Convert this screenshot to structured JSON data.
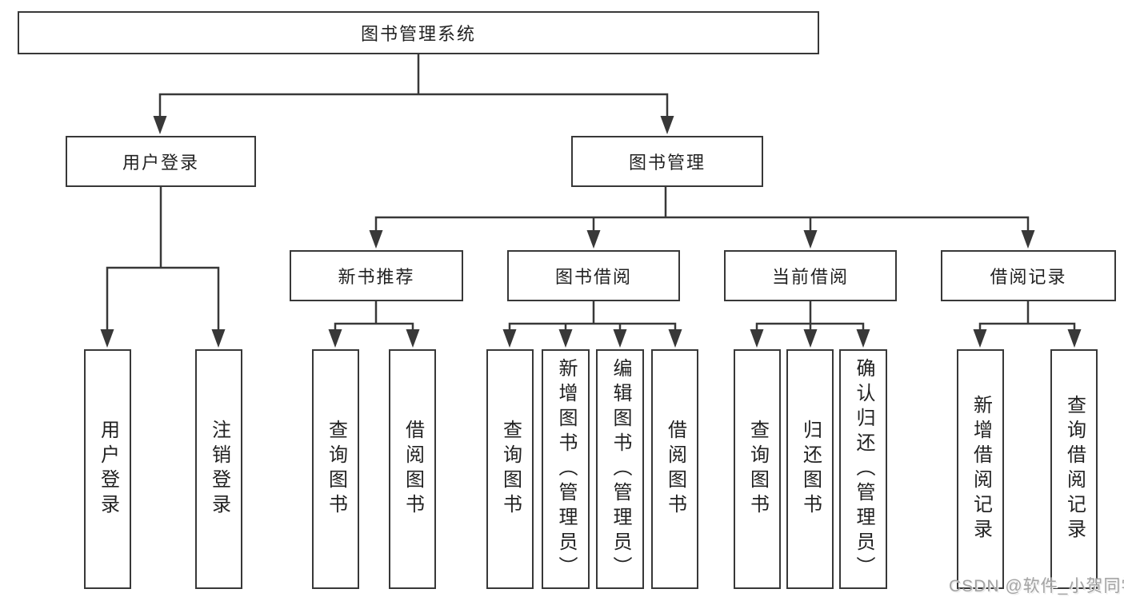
{
  "tree": {
    "root": "图书管理系统",
    "branches": [
      {
        "label": "用户登录",
        "leaves": [
          "用户登录",
          "注销登录"
        ]
      },
      {
        "label": "图书管理",
        "sections": [
          {
            "label": "新书推荐",
            "leaves": [
              "查询图书",
              "借阅图书"
            ]
          },
          {
            "label": "图书借阅",
            "leaves": [
              "查询图书",
              "新增图书（管理员）",
              "编辑图书（管理员）",
              "借阅图书"
            ]
          },
          {
            "label": "当前借阅",
            "leaves": [
              "查询图书",
              "归还图书",
              "确认归还（管理员）"
            ]
          },
          {
            "label": "借阅记录",
            "leaves": [
              "新增借阅记录",
              "查询借阅记录"
            ]
          }
        ]
      }
    ]
  },
  "watermark": {
    "text": "CSDN @软件_小贺同学"
  },
  "colors": {
    "background": "#ffffff",
    "box_fill": "#ffffff",
    "box_border": "#383838",
    "line": "#383838",
    "text": "#222222",
    "watermark": "#a3a3a3"
  }
}
